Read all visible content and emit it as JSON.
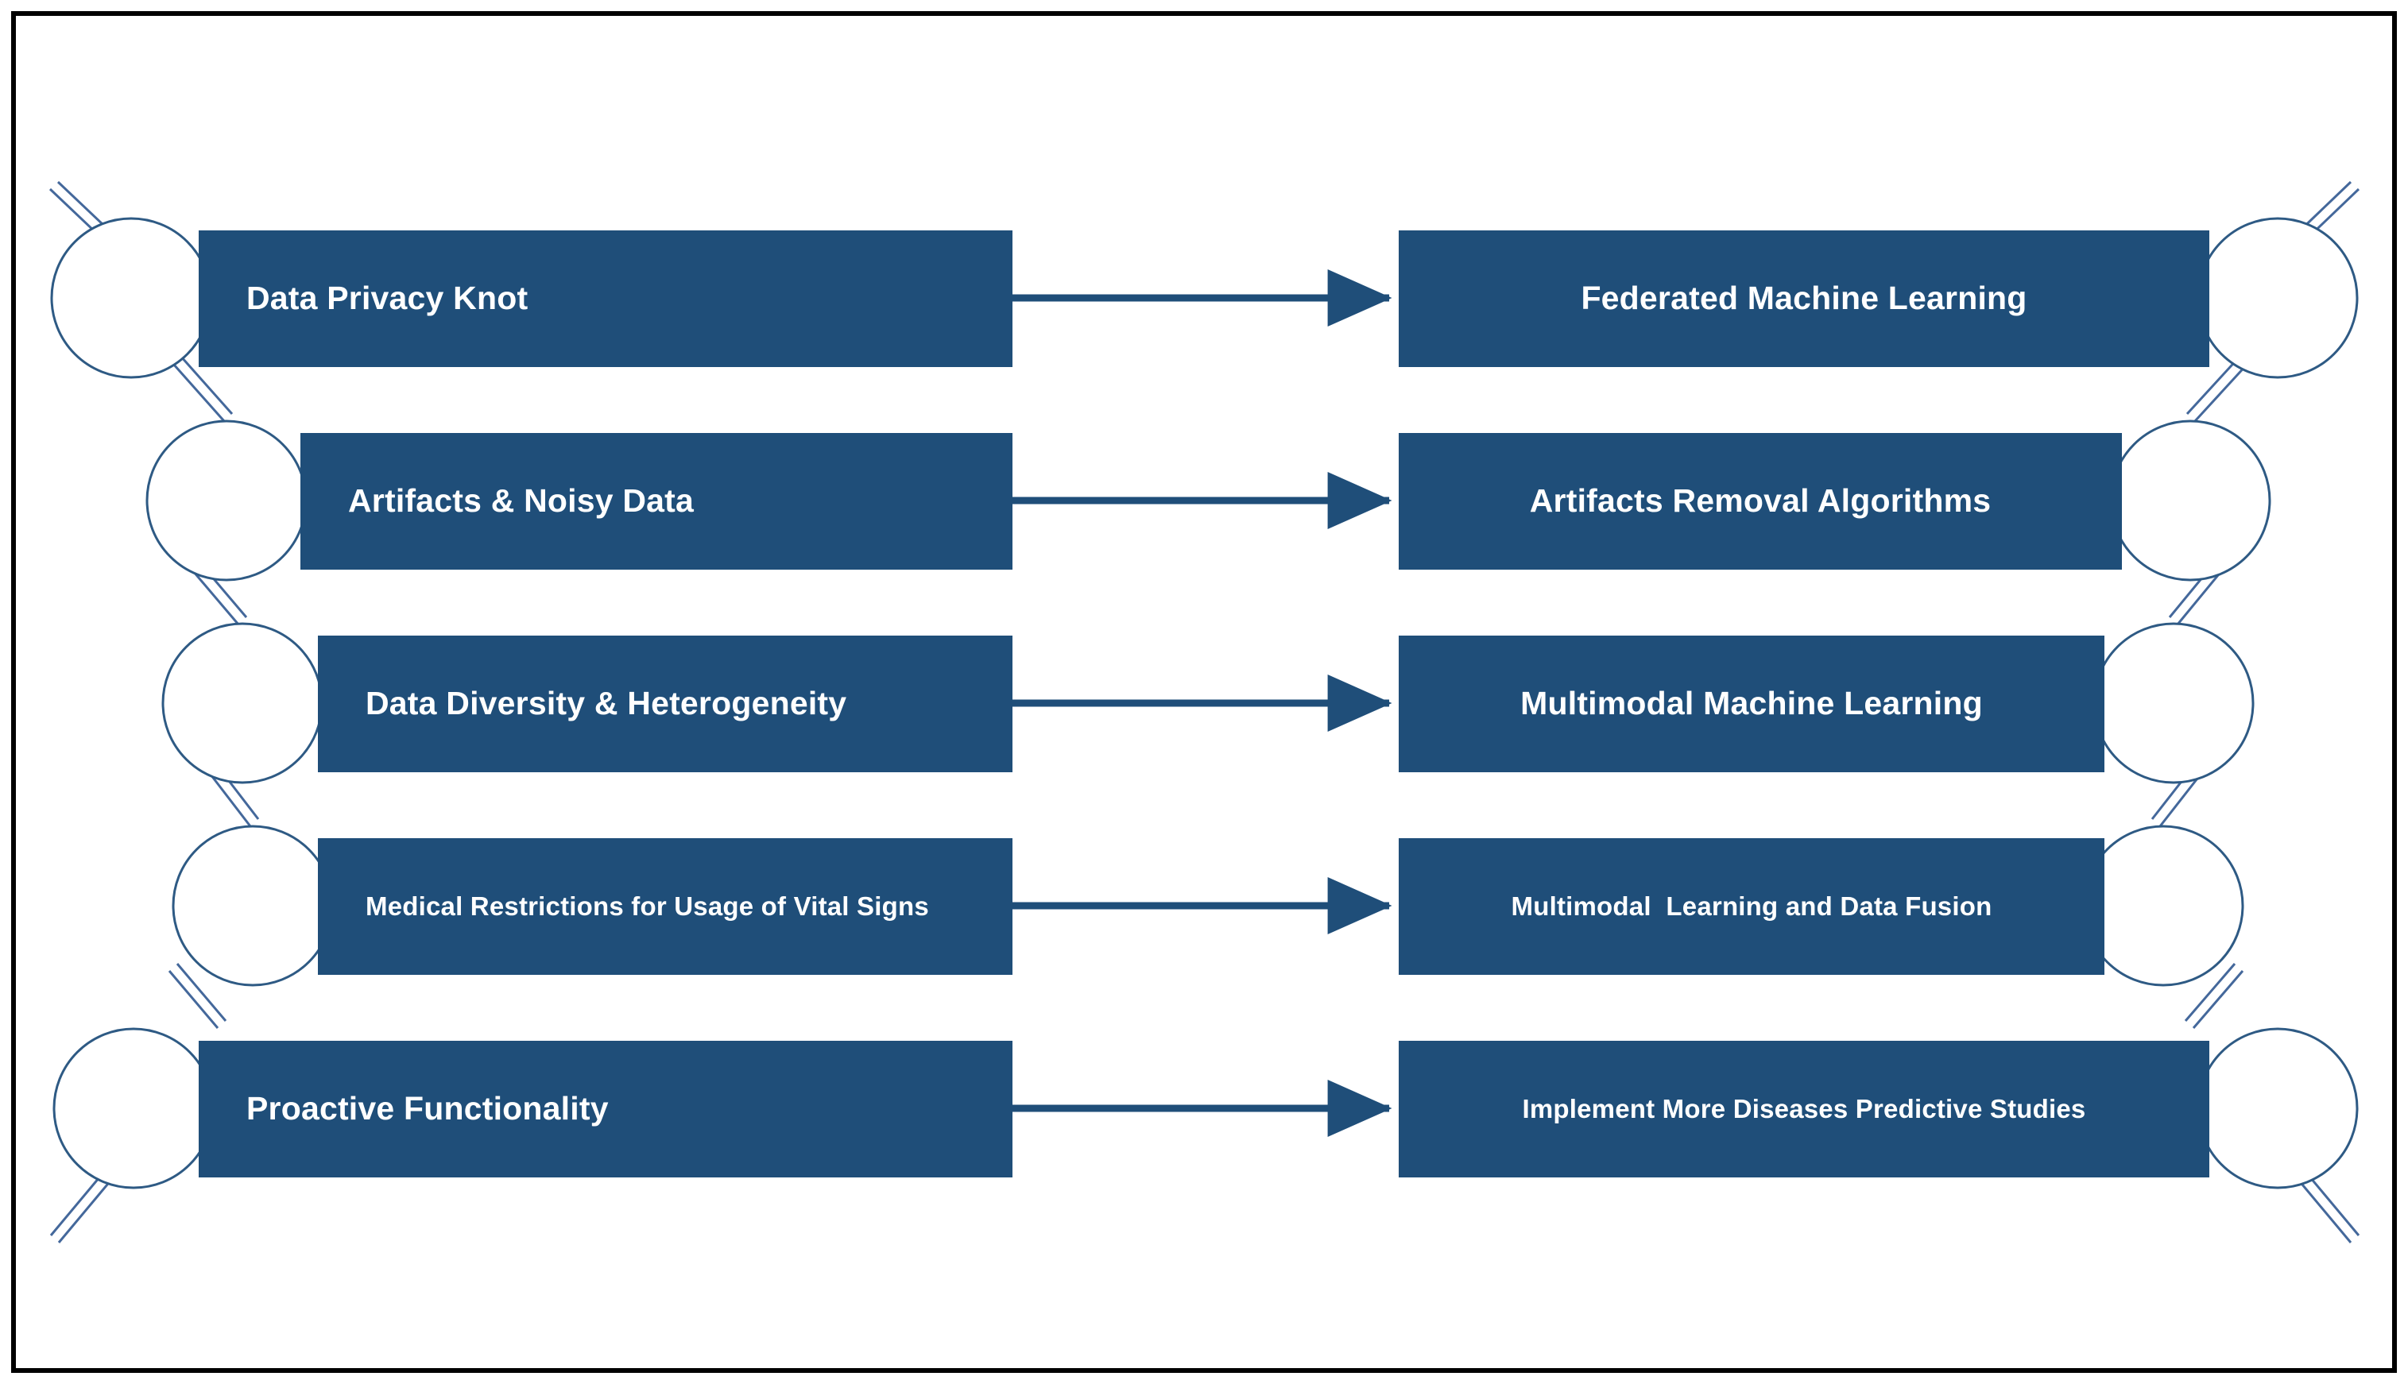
{
  "diagram": {
    "title": "Challenges and Proposed Solutions Chain Diagram",
    "colors": {
      "bar_fill": "#1F4E79",
      "bar_text": "#FFFFFF",
      "circle_stroke": "#2E5A84",
      "circle_fill": "#FFFFFF",
      "arrow": "#1F4E79",
      "frame": "#000000",
      "background": "#FFFFFF"
    },
    "rows": [
      {
        "id": "row-1",
        "challenge": "Data Privacy Knot",
        "solution": "Federated Machine Learning",
        "arrow": "right-arrow"
      },
      {
        "id": "row-2",
        "challenge": "Artifacts & Noisy Data",
        "solution": "Artifacts Removal Algorithms",
        "arrow": "right-arrow"
      },
      {
        "id": "row-3",
        "challenge": "Data Diversity & Heterogeneity",
        "solution": "Multimodal Machine Learning",
        "arrow": "right-arrow"
      },
      {
        "id": "row-4",
        "challenge": "Medical Restrictions for Usage of Vital Signs",
        "solution": "Multimodal  Learning and Data Fusion",
        "arrow": "right-arrow"
      },
      {
        "id": "row-5",
        "challenge": "Proactive Functionality",
        "solution": "Implement More Diseases Predictive Studies",
        "arrow": "right-arrow"
      }
    ]
  }
}
